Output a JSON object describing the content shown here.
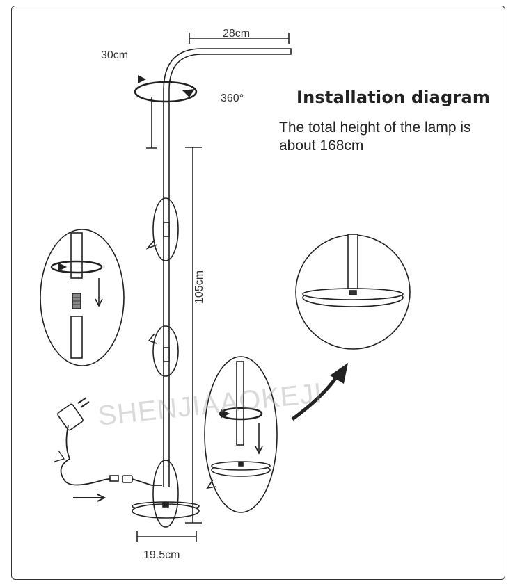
{
  "title": "Installation diagram",
  "description_lines": [
    "The total height of the lamp is",
    "about 168cm"
  ],
  "dimensions": {
    "arm_width": "28cm",
    "arm_height": "30cm",
    "rotation": "360°",
    "pole_height": "105cm",
    "base_diameter": "19.5cm"
  },
  "watermark": "SHENJIAAOKEJI",
  "colors": {
    "line": "#222222",
    "border": "#333333",
    "watermark": "#969696"
  }
}
